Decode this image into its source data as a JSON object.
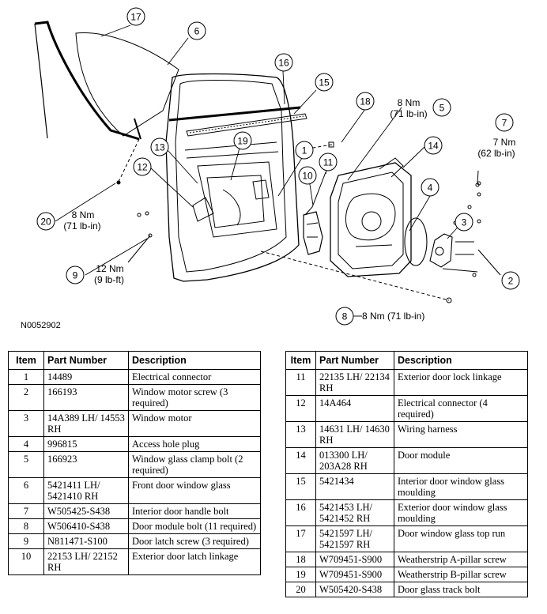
{
  "diagram": {
    "figure_id": "N0052902",
    "callouts": [
      "1",
      "2",
      "3",
      "4",
      "5",
      "6",
      "7",
      "8",
      "9",
      "10",
      "11",
      "12",
      "13",
      "14",
      "15",
      "16",
      "17",
      "18",
      "19",
      "20"
    ],
    "torques": {
      "t5_nm": "8 Nm",
      "t5_lbin": "(71 lb-in)",
      "t7_nm": "7 Nm",
      "t7_lbin": "(62 lb-in)",
      "t20_nm": "8 Nm",
      "t20_lbin": "(71 lb-in)",
      "t9_nm": "12 Nm",
      "t9_lbft": "(9 lb-ft)",
      "t8": "8 Nm (71 lb-in)"
    }
  },
  "table_headers": {
    "item": "Item",
    "part_number": "Part Number",
    "description": "Description"
  },
  "parts_left": [
    {
      "item": "1",
      "part_number": "14489",
      "description": "Electrical connector"
    },
    {
      "item": "2",
      "part_number": "166193",
      "description": "Window motor screw (3 required)"
    },
    {
      "item": "3",
      "part_number": "14A389 LH/ 14553 RH",
      "description": "Window motor"
    },
    {
      "item": "4",
      "part_number": "996815",
      "description": "Access hole plug"
    },
    {
      "item": "5",
      "part_number": "166923",
      "description": "Window glass clamp bolt (2 required)"
    },
    {
      "item": "6",
      "part_number": "5421411 LH/ 5421410 RH",
      "description": "Front door window glass"
    },
    {
      "item": "7",
      "part_number": "W505425-S438",
      "description": "Interior door handle bolt"
    },
    {
      "item": "8",
      "part_number": "W506410-S438",
      "description": "Door module bolt (11 required)"
    },
    {
      "item": "9",
      "part_number": "N811471-S100",
      "description": "Door latch screw (3 required)"
    },
    {
      "item": "10",
      "part_number": "22153 LH/ 22152 RH",
      "description": "Exterior door latch linkage"
    }
  ],
  "parts_right": [
    {
      "item": "11",
      "part_number": "22135 LH/ 22134 RH",
      "description": "Exterior door lock linkage"
    },
    {
      "item": "12",
      "part_number": "14A464",
      "description": "Electrical connector (4 required)"
    },
    {
      "item": "13",
      "part_number": "14631 LH/ 14630 RH",
      "description": "Wiring harness"
    },
    {
      "item": "14",
      "part_number": "013300 LH/ 203A28 RH",
      "description": "Door module"
    },
    {
      "item": "15",
      "part_number": "5421434",
      "description": "Interior door window glass moulding"
    },
    {
      "item": "16",
      "part_number": "5421453 LH/ 5421452 RH",
      "description": "Exterior door window glass moulding"
    },
    {
      "item": "17",
      "part_number": "5421597 LH/ 5421597 RH",
      "description": "Door window glass top run"
    },
    {
      "item": "18",
      "part_number": "W709451-S900",
      "description": "Weatherstrip A-pillar screw"
    },
    {
      "item": "19",
      "part_number": "W709451-S900",
      "description": "Weatherstrip B-pillar screw"
    },
    {
      "item": "20",
      "part_number": "W505420-S438",
      "description": "Door glass track bolt"
    }
  ]
}
